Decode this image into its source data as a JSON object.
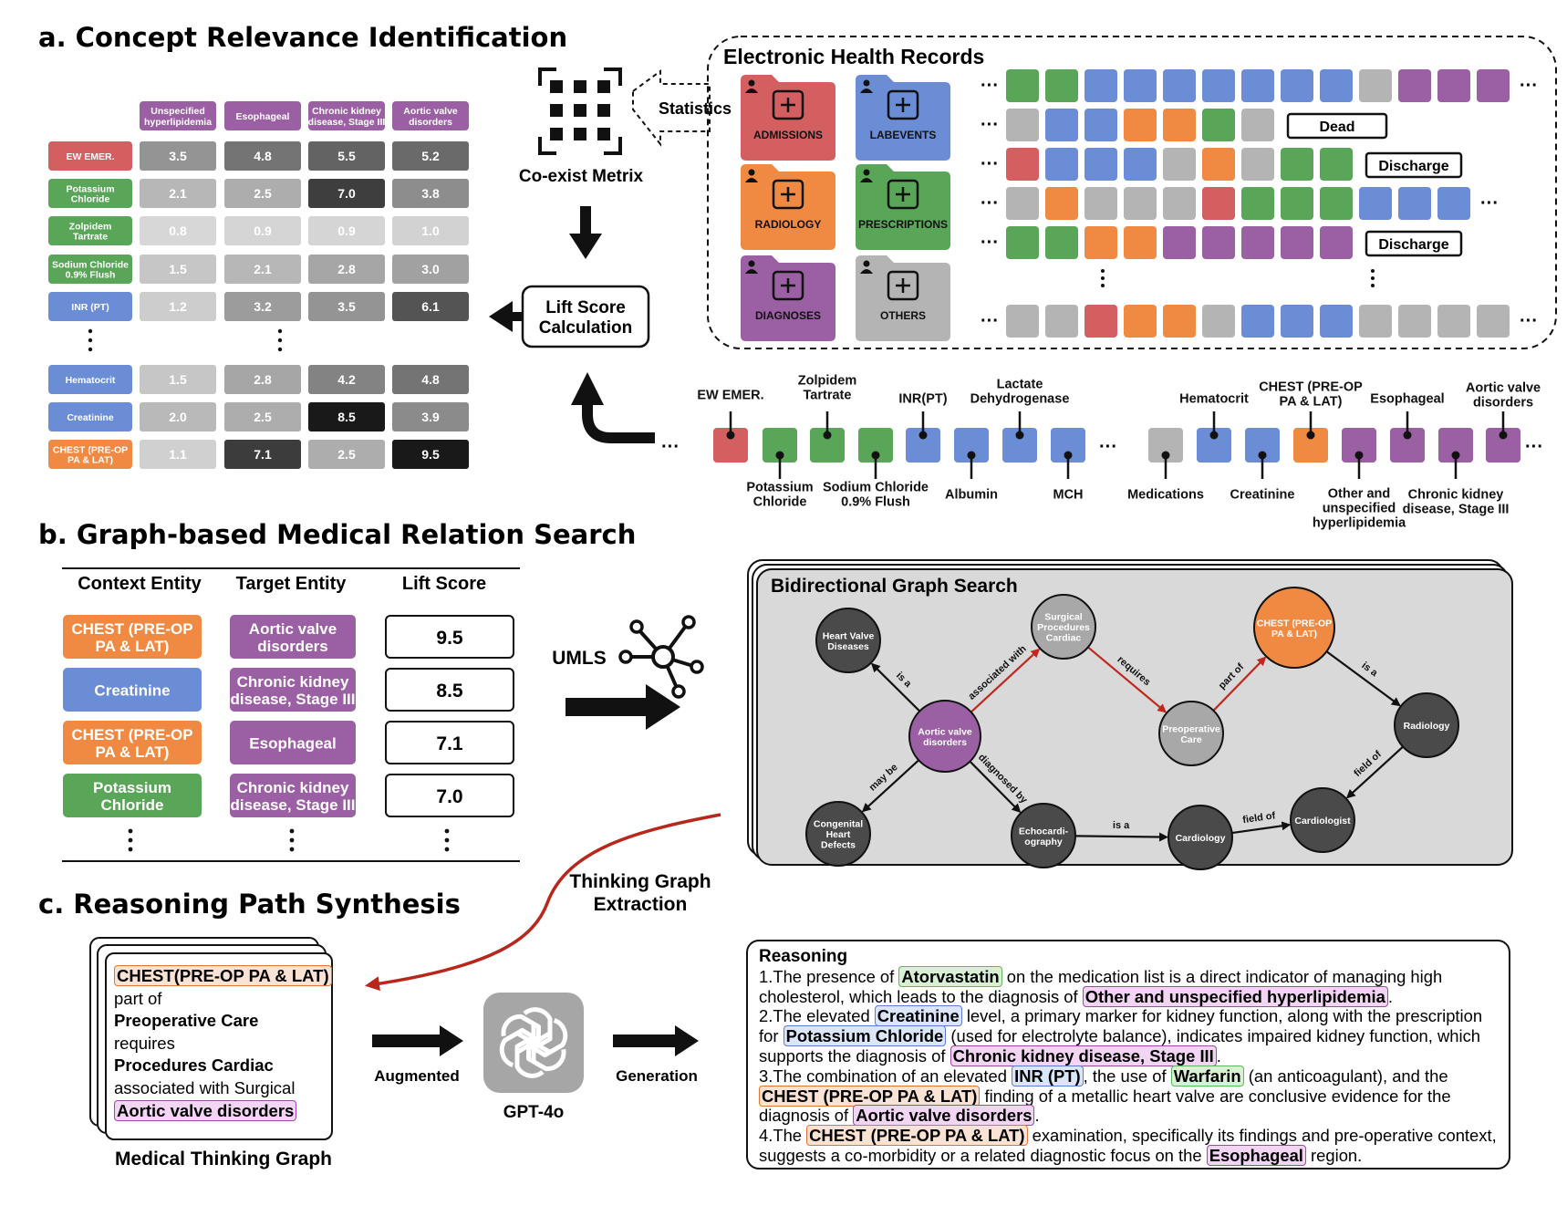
{
  "sections": {
    "a": "a. Concept Relevance Identification",
    "b": "b. Graph-based Medical Relation Search",
    "c": "c. Reasoning Path Synthesis"
  },
  "matrix": {
    "columns": [
      "Unspecified hyperlipidemia",
      "Esophageal",
      "Chronic kidney disease, Stage III",
      "Aortic valve disorders"
    ],
    "rows": [
      {
        "label": "EW EMER.",
        "color": "red",
        "values": [
          "3.5",
          "4.8",
          "5.5",
          "5.2"
        ]
      },
      {
        "label": "Potassium Chloride",
        "color": "green",
        "values": [
          "2.1",
          "2.5",
          "7.0",
          "3.8"
        ]
      },
      {
        "label": "Zolpidem Tartrate",
        "color": "green",
        "values": [
          "0.8",
          "0.9",
          "0.9",
          "1.0"
        ]
      },
      {
        "label": "Sodium Chloride 0.9% Flush",
        "color": "green",
        "values": [
          "1.5",
          "2.1",
          "2.8",
          "3.0"
        ]
      },
      {
        "label": "INR (PT)",
        "color": "blue",
        "values": [
          "1.2",
          "3.2",
          "3.5",
          "6.1"
        ]
      },
      {
        "label": "Hematocrit",
        "color": "blue",
        "values": [
          "1.5",
          "2.8",
          "4.2",
          "4.8"
        ]
      },
      {
        "label": "Creatinine",
        "color": "blue",
        "values": [
          "2.0",
          "2.5",
          "8.5",
          "3.9"
        ]
      },
      {
        "label": "CHEST (PRE-OP PA & LAT)",
        "color": "orange",
        "values": [
          "1.1",
          "7.1",
          "2.5",
          "9.5"
        ]
      }
    ]
  },
  "coexist_label": "Co-exist Metrix",
  "statistics_label": "Statistics",
  "lift_label": "Lift Score Calculation",
  "ehr": {
    "title": "Electronic Health Records",
    "folders": [
      "ADMISSIONS",
      "LABEVENTS",
      "RADIOLOGY",
      "PRESCRIPTIONS",
      "DIAGNOSES",
      "OTHERS"
    ],
    "tags": [
      "Dead",
      "Discharge",
      "Discharge"
    ]
  },
  "sequence": {
    "top_labels": [
      "EW EMER.",
      "Zolpidem Tartrate",
      "INR(PT)",
      "Lactate Dehydrogenase",
      "Hematocrit",
      "CHEST (PRE-OP PA & LAT)",
      "Esophageal",
      "Aortic valve disorders"
    ],
    "bottom_labels": [
      "Potassium Chloride",
      "Sodium Chloride 0.9% Flush",
      "Albumin",
      "MCH",
      "Medications",
      "Creatinine",
      "Other and unspecified hyperlipidemia",
      "Chronic kidney disease, Stage III"
    ]
  },
  "relation_table": {
    "headers": [
      "Context Entity",
      "Target Entity",
      "Lift Score"
    ],
    "rows": [
      {
        "context": "CHEST (PRE-OP PA & LAT)",
        "context_color": "orange",
        "target": "Aortic valve disorders",
        "score": "9.5"
      },
      {
        "context": "Creatinine",
        "context_color": "blue",
        "target": "Chronic kidney disease, Stage III",
        "score": "8.5"
      },
      {
        "context": "CHEST (PRE-OP PA & LAT)",
        "context_color": "orange",
        "target": "Esophageal",
        "score": "7.1"
      },
      {
        "context": "Potassium Chloride",
        "context_color": "green",
        "target": "Chronic kidney disease, Stage III",
        "score": "7.0"
      }
    ]
  },
  "umls_label": "UMLS",
  "graph": {
    "title": "Bidirectional Graph Search",
    "nodes": {
      "heart_valve": "Heart Valve Diseases",
      "surgical": "Surgical Procedures Cardiac",
      "chest": "CHEST (PRE-OP PA & LAT)",
      "aortic": "Aortic valve disorders",
      "preop": "Preoperative Care",
      "radiology": "Radiology",
      "congenital": "Congenital Heart Defects",
      "echo": "Echocardi-ography",
      "cardiology": "Cardiology",
      "cardiologist": "Cardiologist"
    },
    "edges": {
      "is_a_1": "is a",
      "assoc": "associated with",
      "requires": "requires",
      "part_of": "part of",
      "is_a_2": "is a",
      "may_be": "may be",
      "diag_by": "diagnosed by",
      "is_a_3": "is a",
      "field_of_1": "field of",
      "field_of_2": "field of"
    }
  },
  "extraction_label": "Thinking Graph Extraction",
  "thinking_graph": {
    "lines": [
      "CHEST(PRE-OP PA & LAT)",
      "part of",
      "Preoperative Care",
      "requires",
      "Procedures Cardiac",
      "associated with Surgical",
      "Aortic valve disorders"
    ],
    "caption": "Medical Thinking Graph"
  },
  "augmented_label": "Augmented",
  "gpt_label": "GPT-4o",
  "generation_label": "Generation",
  "reasoning": {
    "title": "Reasoning",
    "p1": {
      "a": "1.The presence of ",
      "h1": "Atorvastatin",
      "b": " on the medication list is a direct indicator of managing high cholesterol, which leads to the diagnosis of ",
      "h2": "Other and unspecified hyperlipidemia",
      "c": "."
    },
    "p2": {
      "a": "2.The elevated ",
      "h1": "Creatinine",
      "b": " level, a primary marker for kidney function, along with the prescription for ",
      "h2": "Potassium Chloride",
      "c": " (used for electrolyte balance), indicates impaired kidney function, which supports the diagnosis of ",
      "h3": "Chronic kidney disease, Stage III",
      "d": "."
    },
    "p3": {
      "a": "3.The combination of an elevated ",
      "h1": "INR (PT)",
      "b": ", the use of ",
      "h2": "Warfarin",
      "c": " (an anticoagulant), and the ",
      "h3": "CHEST (PRE-OP PA & LAT)",
      "d": " finding of a metallic heart valve are conclusive evidence for the diagnosis of ",
      "h4": "Aortic valve disorders",
      "e": "."
    },
    "p4": {
      "a": "4.The ",
      "h1": "CHEST (PRE-OP PA & LAT)",
      "b": " examination, specifically its findings and pre-operative context, suggests a co-morbidity or a related diagnostic focus on the ",
      "h2": "Esophageal",
      "c": " region."
    }
  },
  "colors": {
    "red": "#d35f60",
    "green": "#5aa658",
    "blue": "#6b8dd6",
    "orange": "#f08a43",
    "purple": "#9b5fa3",
    "gray": "#b4b4b4",
    "node_dark": "#4a4a4a",
    "node_light": "#a8a8a8",
    "edge_red": "#c0281e"
  }
}
